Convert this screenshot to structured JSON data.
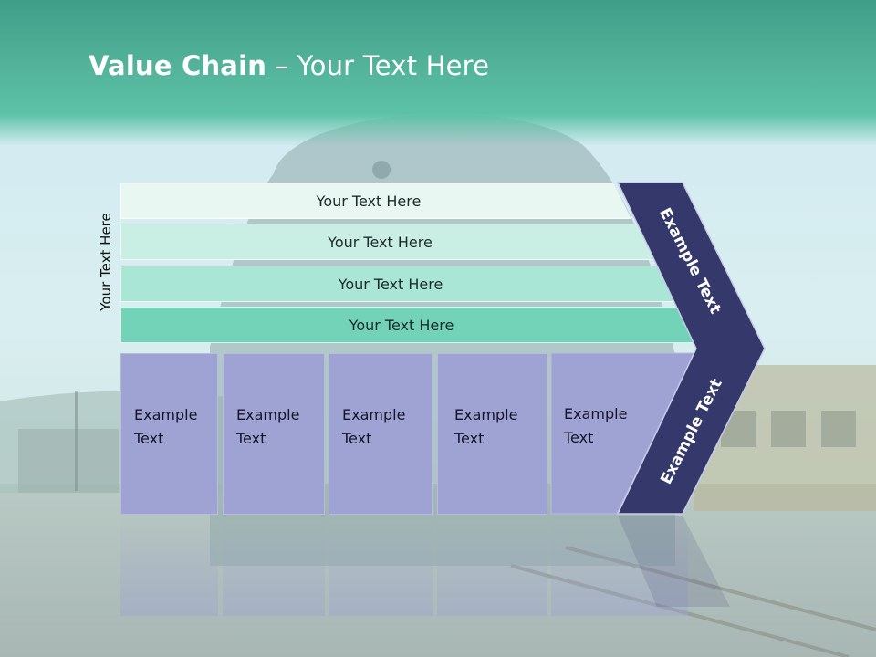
{
  "title": {
    "bold": "Value Chain",
    "rest": " – Your Text Here"
  },
  "side_label": "Your Text Here",
  "rows": [
    {
      "label": "Your Text Here",
      "color": "#e8f7f2"
    },
    {
      "label": "Your Text Here",
      "color": "#c9efe4"
    },
    {
      "label": "Your Text Here",
      "color": "#aae6d5"
    },
    {
      "label": "Your Text Here",
      "color": "#73d3b8"
    }
  ],
  "columns": [
    {
      "line1": "Example",
      "line2": "Text"
    },
    {
      "line1": "Example",
      "line2": "Text"
    },
    {
      "line1": "Example",
      "line2": "Text"
    },
    {
      "line1": "Example",
      "line2": "Text"
    },
    {
      "line1": "Example",
      "line2": "Text"
    }
  ],
  "chevron": {
    "upper_text": "Example Text",
    "lower_text": "Example Text",
    "color": "#34386a"
  }
}
